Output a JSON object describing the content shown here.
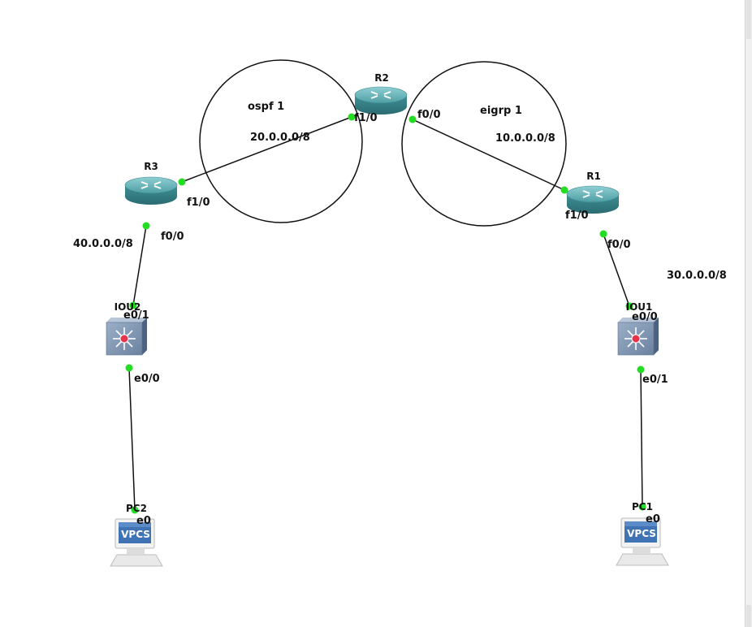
{
  "nodes": {
    "r1": {
      "name": "R1"
    },
    "r2": {
      "name": "R2"
    },
    "r3": {
      "name": "R3"
    },
    "iou1": {
      "name": "IOU1"
    },
    "iou2": {
      "name": "IOU2"
    },
    "pc1": {
      "name": "PC1",
      "badge": "VPCS"
    },
    "pc2": {
      "name": "PC2",
      "badge": "VPCS"
    }
  },
  "interfaces": {
    "r2_f1_0": "f1/0",
    "r2_f0_0": "f0/0",
    "r3_f1_0": "f1/0",
    "r3_f0_0": "f0/0",
    "r1_f1_0": "f1/0",
    "r1_f0_0": "f0/0",
    "iou2_e0_1": "e0/1",
    "iou2_e0_0": "e0/0",
    "iou1_e0_0": "e0/0",
    "iou1_e0_1": "e0/1",
    "pc2_e0": "e0",
    "pc1_e0": "e0"
  },
  "notes": {
    "ospf": "ospf 1",
    "eigrp": "eigrp 1",
    "net_20": "20.0.0.0/8",
    "net_10": "10.0.0.0/8",
    "net_40": "40.0.0.0/8",
    "net_30": "30.0.0.0/8"
  },
  "colors": {
    "router_body": "#4a9aa0",
    "switch_body": "#7f93ad",
    "link_dot": "#22dd22",
    "vpcs_screen": "#3f73b3"
  }
}
